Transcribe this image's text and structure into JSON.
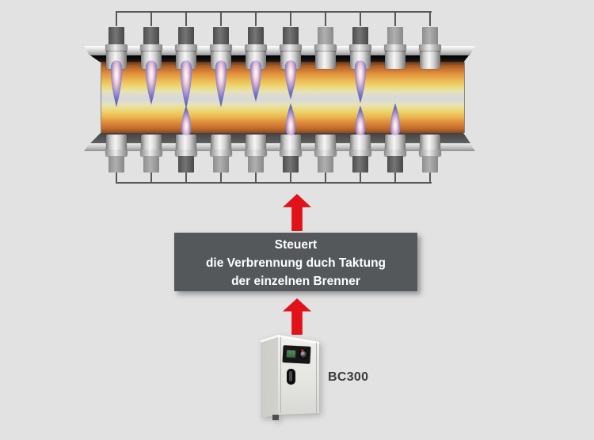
{
  "colors": {
    "background": "#e2e2e2",
    "accent_red": "#e2121b",
    "caption_bg": "#54585b",
    "caption_text": "#ffffff",
    "flame_core": "#ffffff",
    "flame_edge": "#6b6fb9",
    "furnace_hot_orange": "#e08c3c",
    "furnace_center_glow": "#d9dad6"
  },
  "furnace": {
    "top_row": {
      "burners": [
        {
          "flame": true,
          "flame_len": 60
        },
        {
          "flame": true,
          "flame_len": 57
        },
        {
          "flame": true,
          "flame_len": 62
        },
        {
          "flame": true,
          "flame_len": 60
        },
        {
          "flame": true,
          "flame_len": 53
        },
        {
          "flame": true,
          "flame_len": 50
        },
        {
          "flame": false,
          "flame_len": 0
        },
        {
          "flame": true,
          "flame_len": 55
        },
        {
          "flame": false,
          "flame_len": 0
        },
        {
          "flame": false,
          "flame_len": 0
        }
      ]
    },
    "bottom_row": {
      "burners": [
        {
          "flame": false,
          "flame_len": 0
        },
        {
          "flame": false,
          "flame_len": 0
        },
        {
          "flame": true,
          "flame_len": 38
        },
        {
          "flame": false,
          "flame_len": 0
        },
        {
          "flame": false,
          "flame_len": 0
        },
        {
          "flame": true,
          "flame_len": 41
        },
        {
          "flame": false,
          "flame_len": 0
        },
        {
          "flame": true,
          "flame_len": 38
        },
        {
          "flame": true,
          "flame_len": 41
        },
        {
          "flame": false,
          "flame_len": 0
        }
      ]
    }
  },
  "caption_box": {
    "lines": [
      "Steuert",
      "die Verbrennung duch Taktung",
      "der einzelnen Brenner"
    ]
  },
  "device": {
    "label": "BC300"
  }
}
